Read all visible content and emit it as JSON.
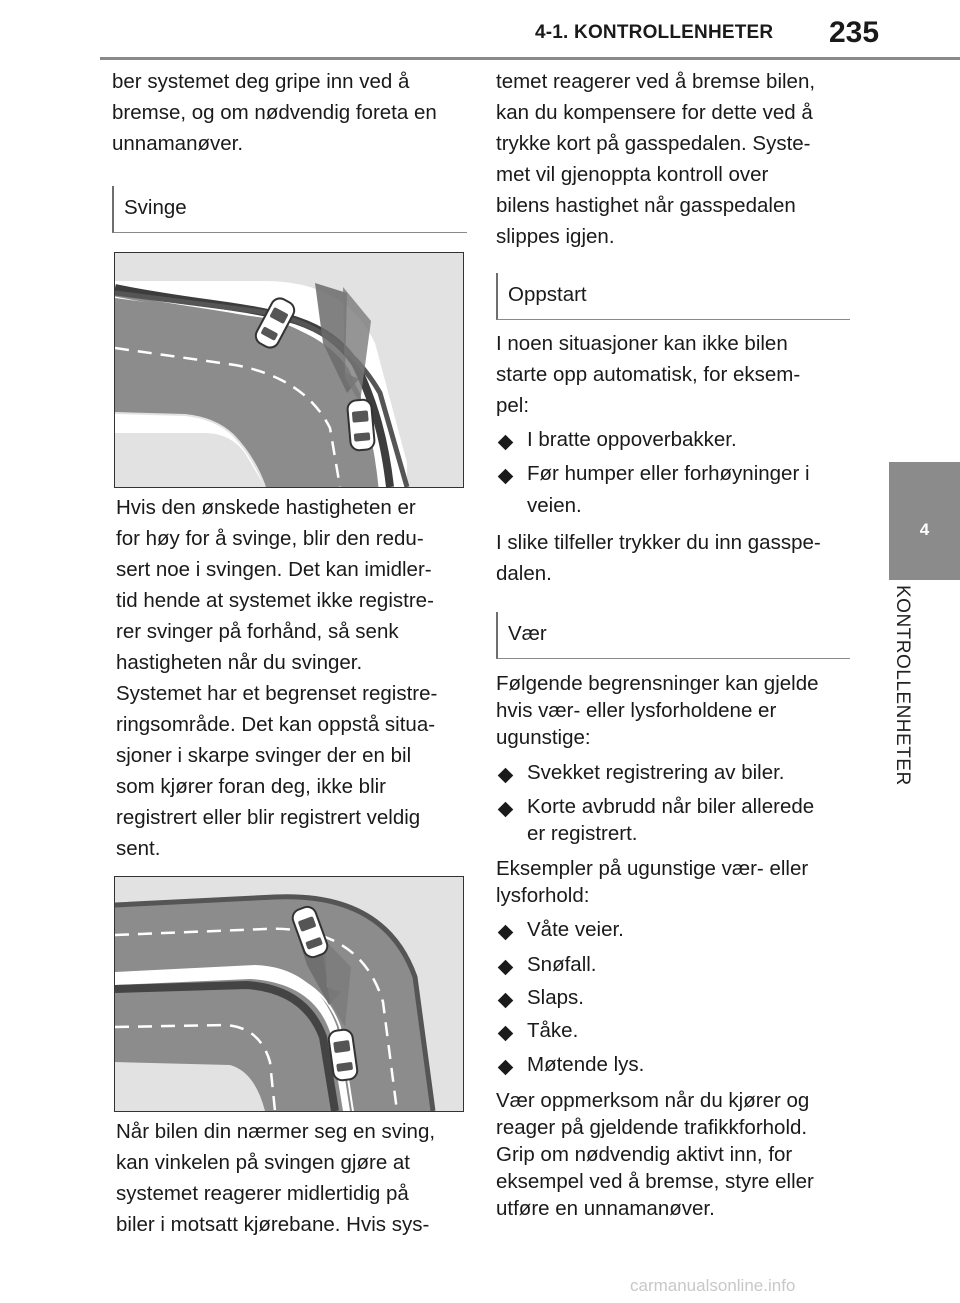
{
  "header": {
    "section_title": "4-1. KONTROLLENHETER",
    "page_number": "235"
  },
  "side_tab": {
    "chapter_number": "4",
    "chapter_label": "KONTROLLENHETER"
  },
  "left_column": {
    "intro_lines": [
      "ber systemet deg gripe inn ved å",
      "bremse, og om nødvendig foreta en",
      "unnamanøver."
    ],
    "heading_svinge": "Svinge",
    "para_speed_lines": [
      "Hvis den ønskede hastigheten er",
      "for høy for å svinge, blir den redu-",
      "sert noe i svingen. Det kan imidler-",
      "tid hende at systemet ikke registre-",
      "rer svinger på forhånd, så senk",
      "hastigheten når du svinger."
    ],
    "para_range_lines": [
      "Systemet har et begrenset registre-",
      "ringsområde. Det kan oppstå situa-",
      "sjoner i skarpe svinger der en bil",
      "som kjører foran deg, ikke blir",
      "registrert eller blir registrert veldig",
      "sent."
    ],
    "para_angle_lines": [
      "Når bilen din nærmer seg en sving,",
      "kan vinkelen på svingen gjøre at",
      "systemet reagerer midlertidig på",
      "biler i motsatt kjørebane. Hvis sys-"
    ]
  },
  "right_column": {
    "cont_lines": [
      "temet reagerer ved å bremse bilen,",
      "kan du kompensere for dette ved å",
      "trykke kort på gasspedalen. Syste-",
      "met vil gjenoppta kontroll over",
      "bilens hastighet når gasspedalen",
      "slippes igjen."
    ],
    "heading_oppstart": "Oppstart",
    "oppstart_intro_lines": [
      "I noen situasjoner kan ikke bilen",
      "starte opp automatisk, for eksem-",
      "pel:"
    ],
    "oppstart_bullets": [
      {
        "lines": [
          "I bratte oppoverbakker."
        ]
      },
      {
        "lines": [
          "Før humper eller forhøyninger i",
          "veien."
        ]
      }
    ],
    "oppstart_outro_lines": [
      "I slike tilfeller trykker du inn gasspe-",
      "dalen."
    ],
    "heading_vaer": "Vær",
    "vaer_intro_lines": [
      "Følgende begrensninger kan gjelde",
      "hvis vær- eller lysforholdene er",
      "ugunstige:"
    ],
    "vaer_bullets": [
      "Svekket registrering av biler.",
      "Korte avbrudd når biler allerede"
    ],
    "vaer_bullet2_cont": "er registrert.",
    "examples_lines": [
      "Eksempler på ugunstige vær- eller",
      "lysforhold:"
    ],
    "example_bullets": [
      "Våte veier.",
      "Snøfall.",
      "Slaps.",
      "Tåke.",
      "Møtende lys."
    ],
    "closing_lines": [
      "Vær oppmerksom når du kjører og",
      "reager på gjeldende trafikkforhold.",
      "Grip om nødvendig aktivt inn, for",
      "eksempel ved å bremse, styre eller",
      "utføre en unnamanøver."
    ]
  },
  "watermark": "carmanualsonline.info",
  "colors": {
    "road": "#8c8c8c",
    "road_edge": "#555555",
    "off_road": "#e2e2e2",
    "arrow": "#6b6b6b",
    "side_tab": "#8b8b8b"
  }
}
